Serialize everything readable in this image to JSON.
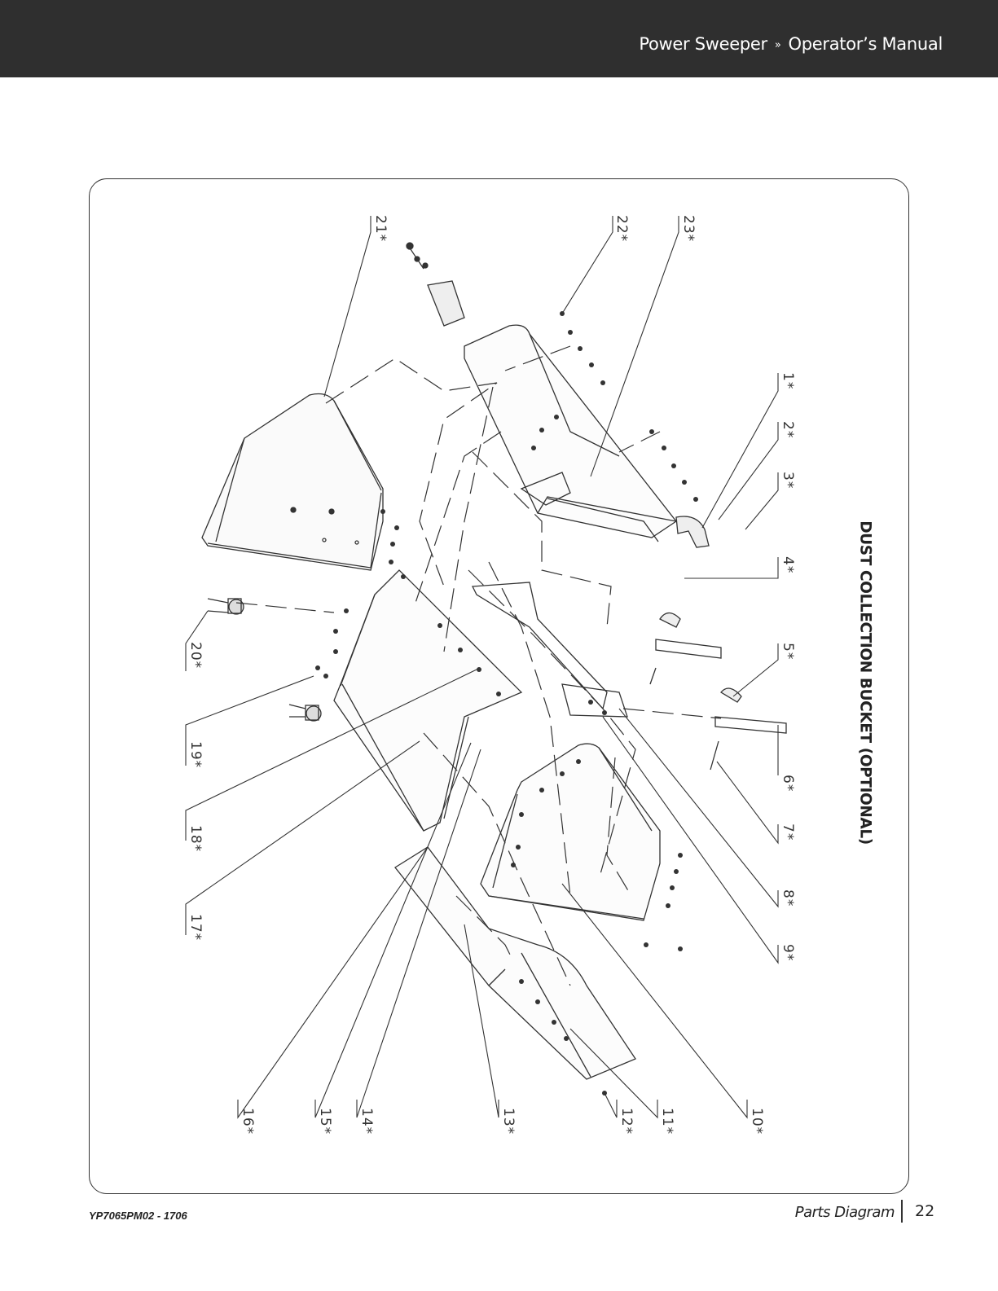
{
  "header": {
    "product": "Power Sweeper",
    "separator": "»",
    "manual": "Operator’s Manual"
  },
  "diagram": {
    "title": "DUST COLLECTION BUCKET (OPTIONAL)",
    "callouts": [
      "1*",
      "2*",
      "3*",
      "4*",
      "5*",
      "6*",
      "7*",
      "8*",
      "9*",
      "10*",
      "11*",
      "12*",
      "13*",
      "14*",
      "15*",
      "16*",
      "17*",
      "18*",
      "19*",
      "20*",
      "21*",
      "22*",
      "23*"
    ]
  },
  "footer": {
    "doc_code": "YP7065PM02 - 1706",
    "section": "Parts Diagram",
    "page_number": "22"
  }
}
